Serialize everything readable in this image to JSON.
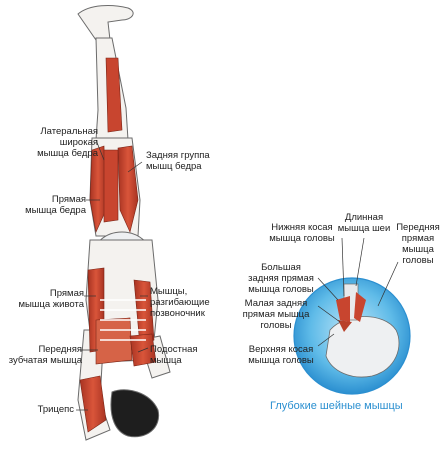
{
  "figure": {
    "labels": {
      "vastus_lateralis": "Латеральная\nширокая\nмышца бедра",
      "hamstrings": "Задняя группа\nмышц бедра",
      "rectus_femoris": "Прямая\nмышца бедра",
      "rectus_abdominis": "Прямая\nмышца живота",
      "erector_spinae": "Мышцы,\nразгибающие\nпозвоночник",
      "serratus_anterior": "Передняя\nзубчатая мышца",
      "infraspinatus": "Подостная\nмышца",
      "triceps": "Трицепс"
    }
  },
  "inset": {
    "labels": {
      "obliquus_inferior": "Нижняя косая\nмышца головы",
      "longus_colli": "Длинная\nмышца шеи",
      "rectus_anterior": "Передняя\nпрямая\nмышца\nголовы",
      "rectus_posterior_major": "Большая\nзадняя прямая\nмышца головы",
      "rectus_posterior_minor": "Малая задняя\nпрямая мышца\nголовы",
      "obliquus_superior": "Верхняя косая\nмышца головы"
    },
    "caption": "Глубокие шейные мышцы"
  },
  "colors": {
    "muscle": "#c8452f",
    "bone": "#eef0f2",
    "outline": "#6b6b6b",
    "inset_bg": "#3ea7e0",
    "caption": "#2a8fd0"
  }
}
